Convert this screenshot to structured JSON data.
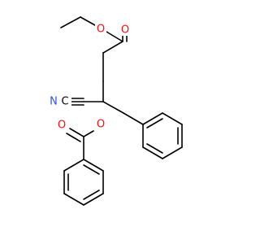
{
  "atoms": {
    "ester_carbonyl_oxygen": "O",
    "ester_ether_oxygen": "O",
    "nitrile_carbon": "C",
    "nitrile_nitrogen": "N",
    "benzoate_ether_oxygen": "O",
    "benzoate_carbonyl_oxygen": "O"
  },
  "colors": {
    "bond": "#000000",
    "oxygen": "#ff0d0d",
    "nitrogen": "#3050f8",
    "background": "#ffffff"
  }
}
